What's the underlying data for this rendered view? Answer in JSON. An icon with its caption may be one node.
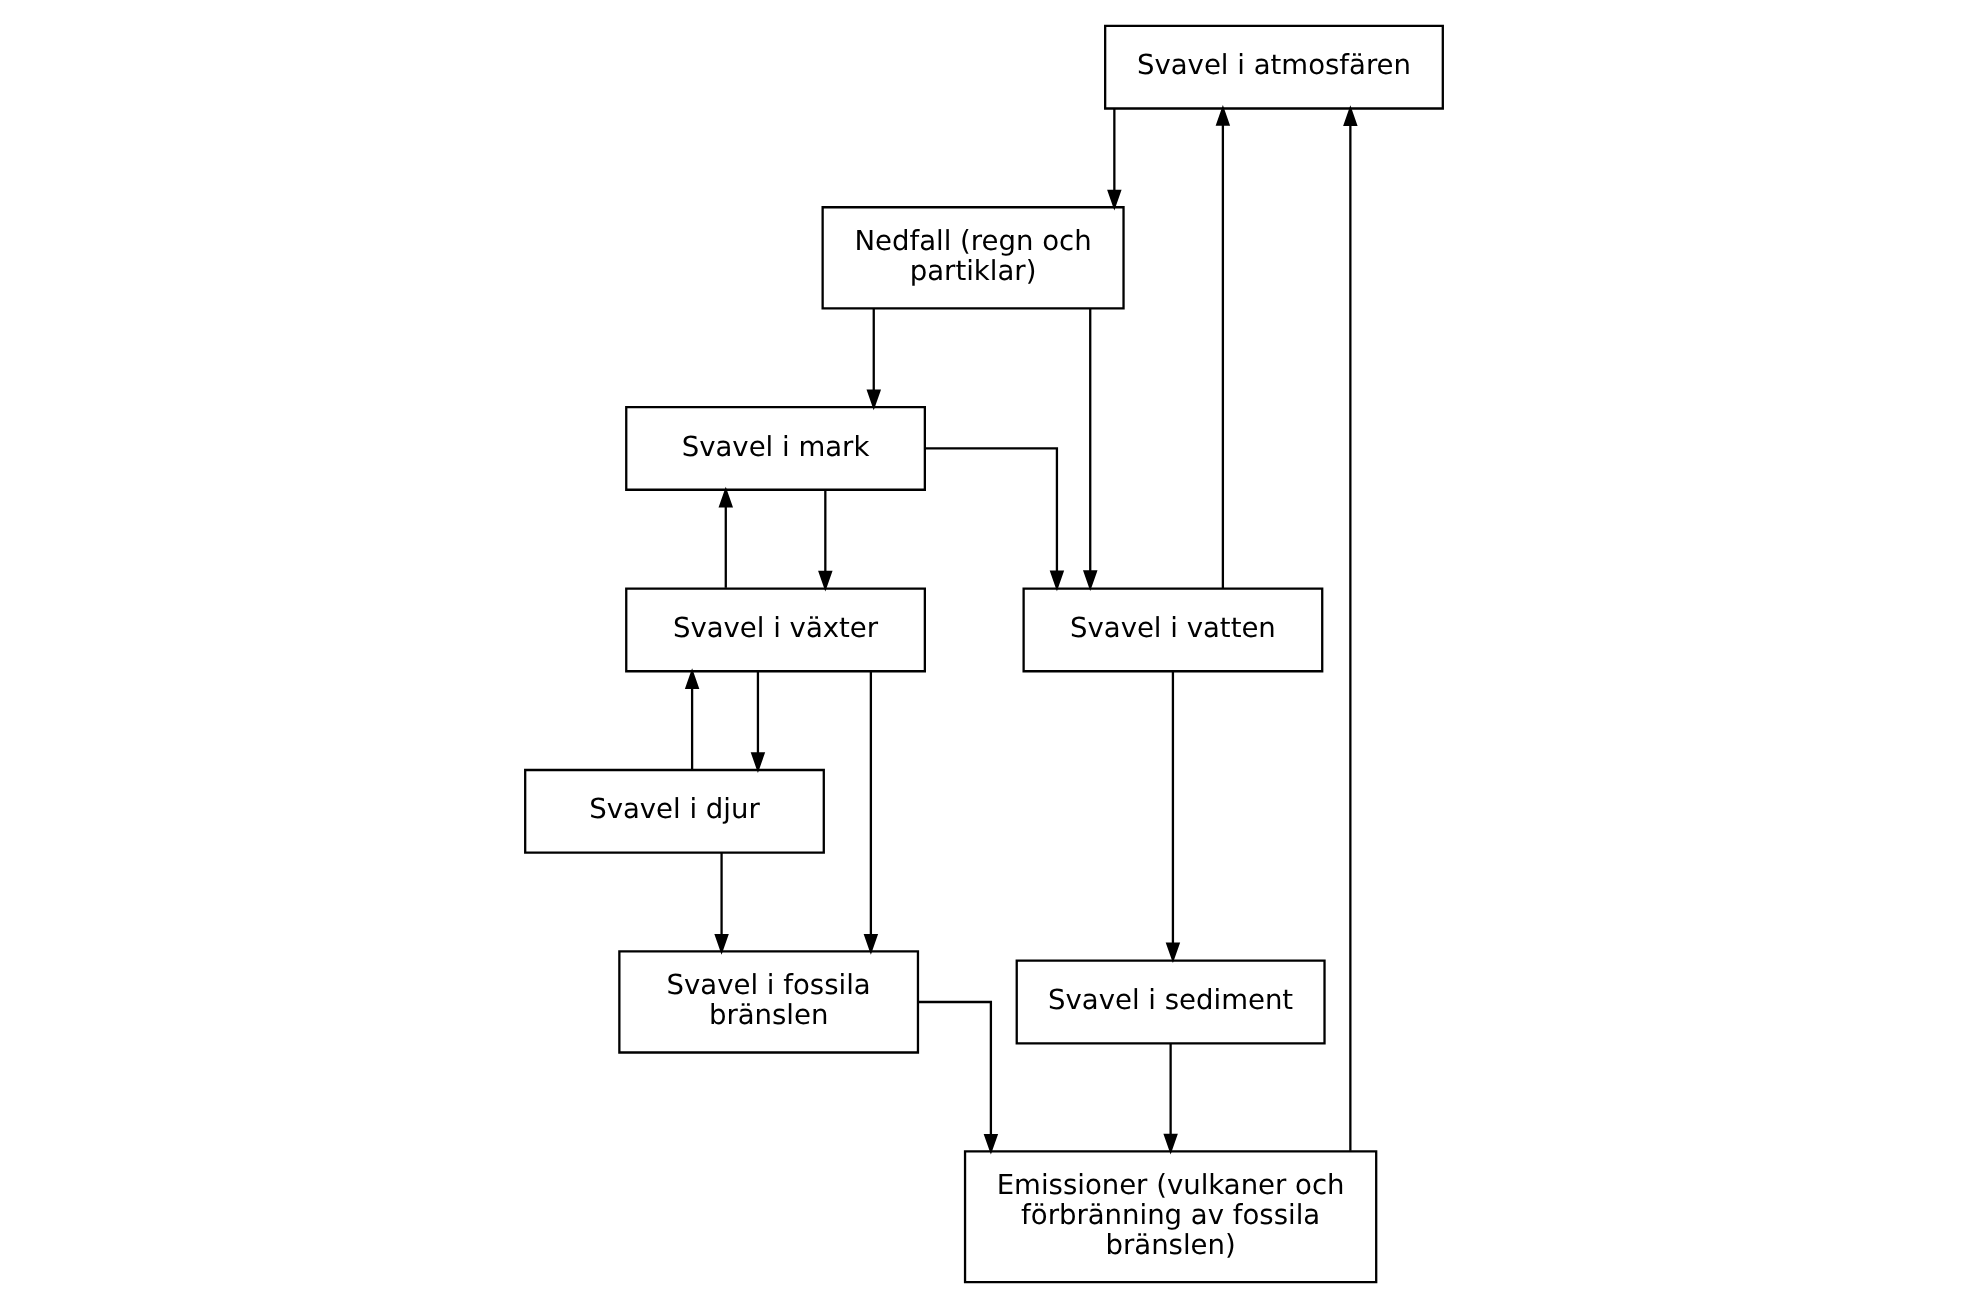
{
  "diagram": {
    "nodes": [
      {
        "text": [
          "Svavel i atmosfären"
        ]
      },
      {
        "text": [
          "Emissioner (vulkaner och förbränning av fossila bränslen)"
        ]
      },
      {
        "text": [
          "Nedfall (regn och partiklar)"
        ]
      },
      {
        "text": [
          "Svavel i djur"
        ]
      },
      {
        "text": [
          "Svavel i växter"
        ]
      },
      {
        "text": [
          "Svavel i mark"
        ]
      },
      {
        "text": [
          "Svavel i vatten"
        ]
      },
      {
        "text": [
          "Svavel i fossila bränslen"
        ]
      },
      {
        "text": [
          "Svavel i sediment"
        ]
      }
    ],
    "edges": [
      {
        "from": 1,
        "to": 0,
        "arrow": "to"
      },
      {
        "from": 0,
        "to": 2,
        "arrow": "to"
      },
      {
        "from": 2,
        "to": 5,
        "arrow": "to"
      },
      {
        "from": 2,
        "to": 6,
        "arrow": "to"
      },
      {
        "from": 3,
        "to": 4,
        "arrow": "to"
      },
      {
        "from": 4,
        "to": 3,
        "arrow": "to"
      },
      {
        "from": 4,
        "to": 5,
        "arrow": "to"
      },
      {
        "from": 5,
        "to": 4,
        "arrow": "to"
      },
      {
        "from": 5,
        "to": 6,
        "arrow": "to"
      },
      {
        "from": 6,
        "to": 0,
        "arrow": "to"
      },
      {
        "from": 6,
        "to": 8,
        "arrow": "to"
      },
      {
        "from": 3,
        "to": 7,
        "arrow": "to"
      },
      {
        "from": 4,
        "to": 7,
        "arrow": "to"
      },
      {
        "from": 7,
        "to": 1,
        "arrow": "to"
      },
      {
        "from": 8,
        "to": 1,
        "arrow": "to"
      }
    ]
  }
}
